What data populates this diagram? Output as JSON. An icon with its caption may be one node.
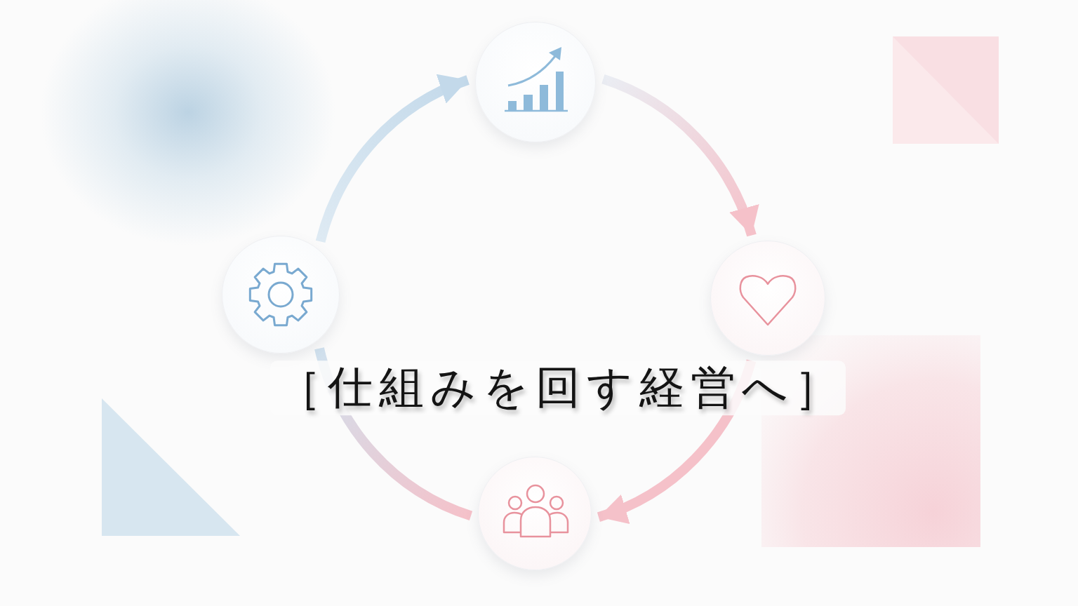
{
  "diagram": {
    "title": "［仕組みを回す経営へ］",
    "nodes": [
      {
        "text": [],
        "shape": "circle"
      },
      {
        "text": [],
        "shape": "circle"
      },
      {
        "text": [],
        "shape": "circle"
      },
      {
        "text": [],
        "shape": "circle"
      }
    ],
    "edges": [
      {
        "from": 0,
        "to": 1,
        "arrow": "to",
        "color": "#c3d9ea"
      },
      {
        "from": 1,
        "to": 2,
        "arrow": "to"
      },
      {
        "from": 2,
        "to": 3,
        "arrow": "to"
      },
      {
        "from": 3,
        "to": 0,
        "arrow": "none"
      }
    ]
  }
}
